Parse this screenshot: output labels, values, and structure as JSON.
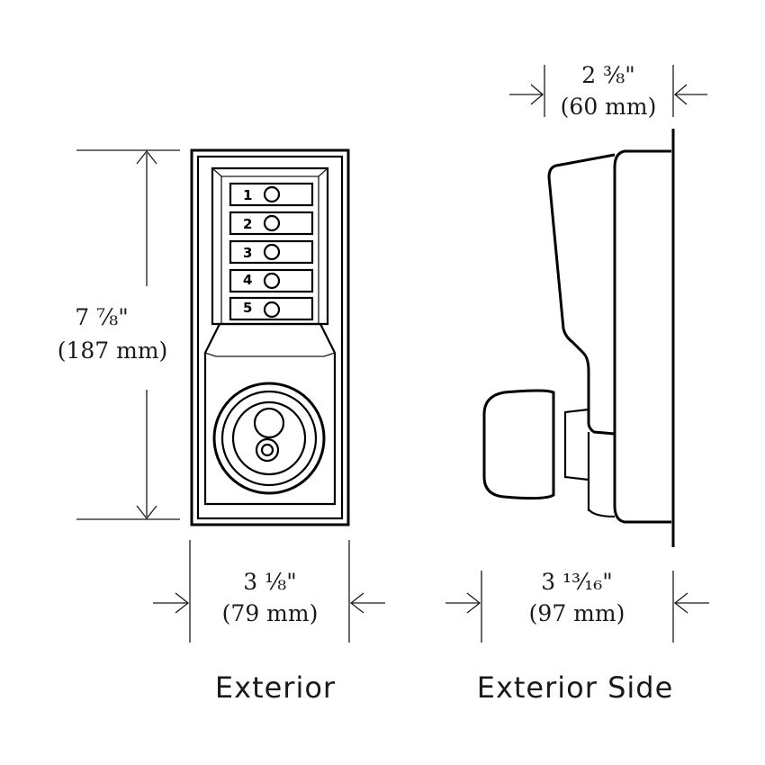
{
  "exterior": {
    "height_label": "7 ⅞\"",
    "height_label_mm": "(187 mm)",
    "width_label": "3 ⅛\"",
    "width_label_mm": "(79 mm)",
    "buttons": [
      "1",
      "2",
      "3",
      "4",
      "5"
    ],
    "caption": "Exterior"
  },
  "exterior_side": {
    "depth_label": "2 ⅜\"",
    "depth_label_mm": "(60 mm)",
    "width_label": "3 ¹³⁄₁₆\"",
    "width_label_mm": "(97 mm)",
    "caption": "Exterior Side"
  }
}
